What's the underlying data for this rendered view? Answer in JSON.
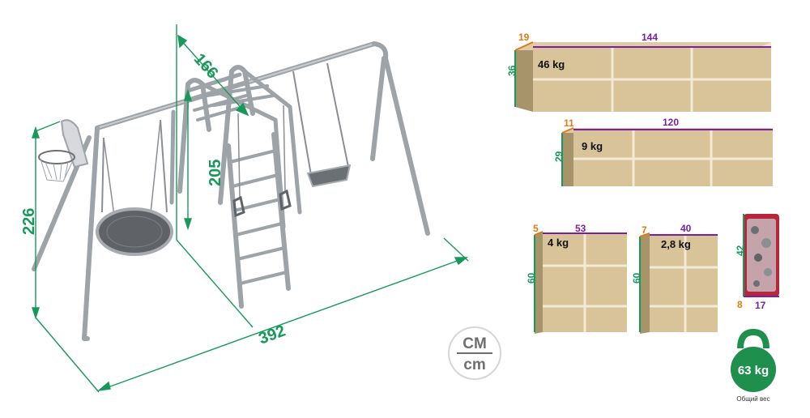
{
  "structure": {
    "dims": {
      "depth": "166",
      "total_height": "226",
      "inner_height": "205",
      "width": "392"
    }
  },
  "unit_badge": {
    "top": "CM",
    "bottom": "cm"
  },
  "boxes": [
    {
      "depth": "19",
      "length": "144",
      "height": "36",
      "weight": "46 kg"
    },
    {
      "depth": "11",
      "length": "120",
      "height": "29",
      "weight": "9 kg"
    },
    {
      "depth": "5",
      "length": "53",
      "height": "60",
      "weight": "4 kg"
    },
    {
      "depth": "7",
      "length": "40",
      "height": "60",
      "weight": "2,8 kg"
    }
  ],
  "parts_bag": {
    "height": "42",
    "depth": "8",
    "width": "17"
  },
  "total_weight": {
    "value": "63 kg",
    "caption": "Общий вес"
  },
  "colors": {
    "green": "#16995a",
    "orange": "#e07a12",
    "purple": "#7b1fa2",
    "cardboard": "#d9c49a",
    "frame": "#a7abb0",
    "kettlebell": "#1f8f4e"
  }
}
